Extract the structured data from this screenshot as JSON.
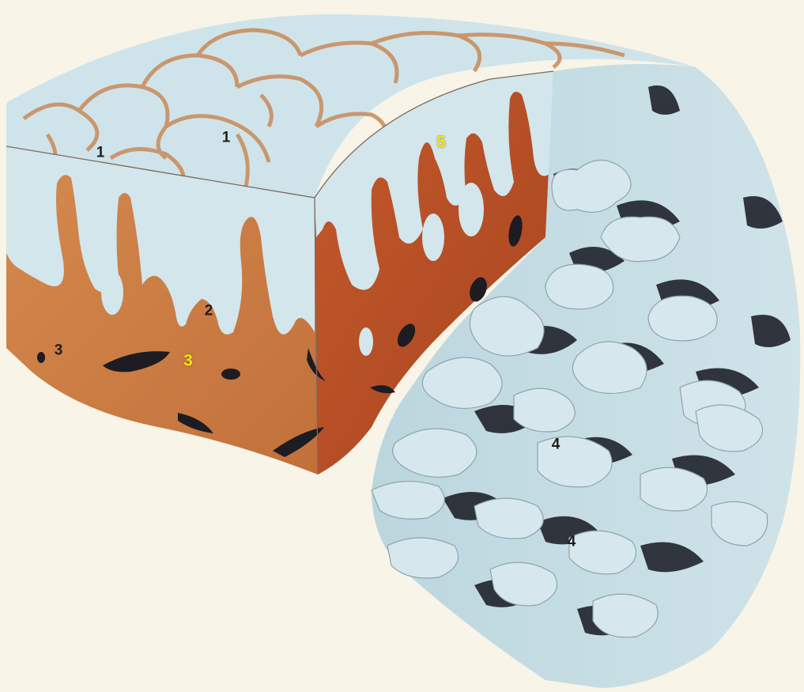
{
  "colors": {
    "background": "#f8f4e7",
    "tissue_light": "#d2e6ec",
    "tissue_orange": "#c9783e",
    "tissue_red": "#b4502a",
    "membrane": "#c97a45",
    "shadow": "#1c1c22",
    "label_dark": "#1e1e1e",
    "label_highlight": "#f2e21a"
  },
  "labels": [
    {
      "id": "label-1-left",
      "text": "1",
      "style": "dark"
    },
    {
      "id": "label-1-right",
      "text": "1",
      "style": "dark"
    },
    {
      "id": "label-2",
      "text": "2",
      "style": "dark"
    },
    {
      "id": "label-3-left",
      "text": "3",
      "style": "dark"
    },
    {
      "id": "label-3-center",
      "text": "3",
      "style": "highlight"
    },
    {
      "id": "label-4-upper",
      "text": "4",
      "style": "dark"
    },
    {
      "id": "label-4-lower",
      "text": "4",
      "style": "dark"
    },
    {
      "id": "label-5",
      "text": "5",
      "style": "highlight"
    }
  ]
}
